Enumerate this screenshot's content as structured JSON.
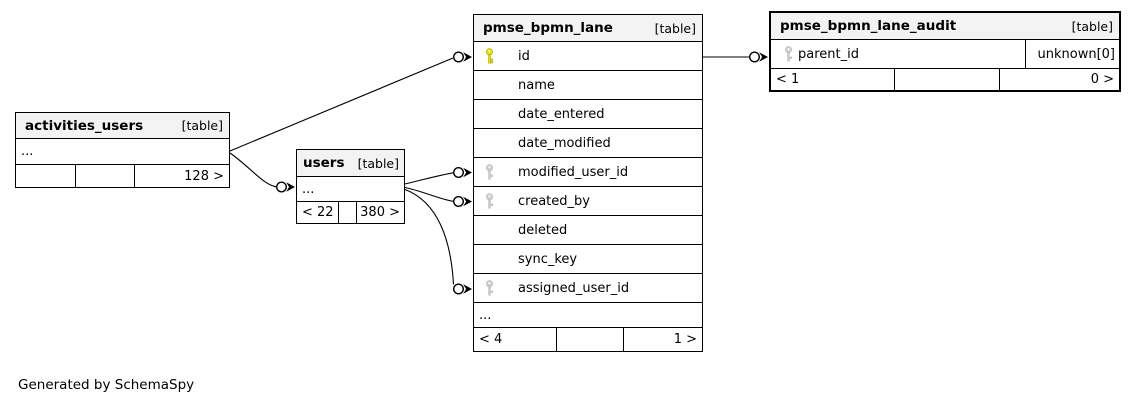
{
  "note": "Generated by SchemaSpy",
  "colors": {
    "background": "#ffffff",
    "header_bg": "#f3f3f3",
    "border": "#000000",
    "primary_key": "#e2e500",
    "foreign_key": "#cdcdcd"
  },
  "tables": {
    "activities_users": {
      "name": "activities_users",
      "badge": "[table]",
      "ellipsis": "...",
      "footer": {
        "left": "",
        "mid": "",
        "right": "128 >"
      }
    },
    "users": {
      "name": "users",
      "badge": "[table]",
      "ellipsis": "...",
      "footer": {
        "left": "< 22",
        "mid": "",
        "right": "380 >"
      }
    },
    "lane": {
      "name": "pmse_bpmn_lane",
      "badge": "[table]",
      "columns": [
        {
          "label": "id",
          "key": "primary"
        },
        {
          "label": "name",
          "key": null
        },
        {
          "label": "date_entered",
          "key": null
        },
        {
          "label": "date_modified",
          "key": null
        },
        {
          "label": "modified_user_id",
          "key": "foreign"
        },
        {
          "label": "created_by",
          "key": "foreign"
        },
        {
          "label": "deleted",
          "key": null
        },
        {
          "label": "sync_key",
          "key": null
        },
        {
          "label": "assigned_user_id",
          "key": "foreign"
        }
      ],
      "ellipsis": "...",
      "footer": {
        "left": "< 4",
        "mid": "",
        "right": "1 >"
      }
    },
    "audit": {
      "name": "pmse_bpmn_lane_audit",
      "badge": "[table]",
      "column": {
        "label": "parent_id",
        "key": "foreign",
        "type": "unknown[0]"
      },
      "footer": {
        "left": "< 1",
        "mid": "",
        "right": "0 >"
      }
    }
  }
}
